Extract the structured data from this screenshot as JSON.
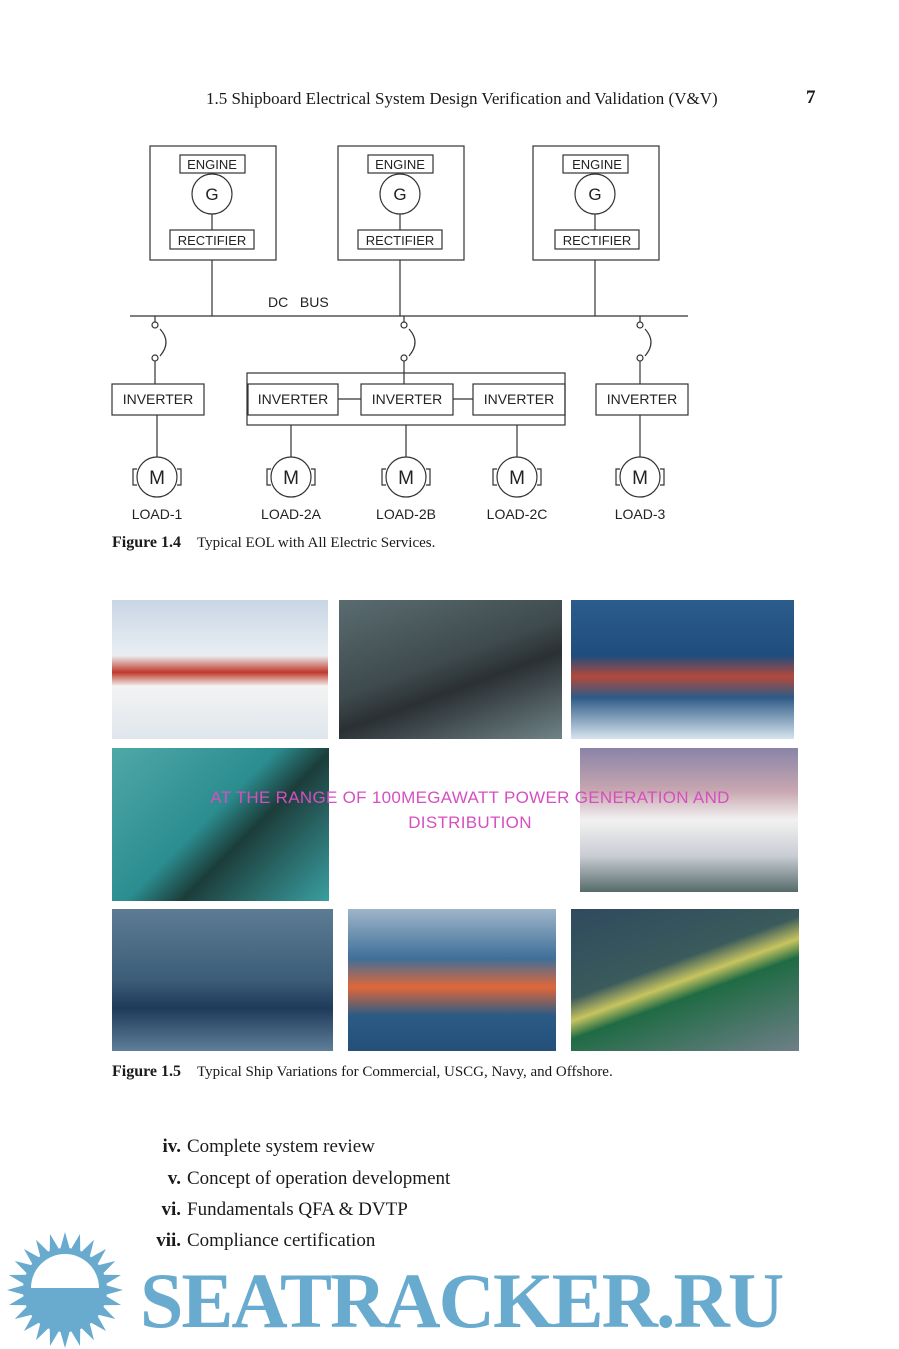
{
  "header": {
    "title": "1.5  Shipboard Electrical System Design Verification and Validation (V&V)",
    "page_number": "7"
  },
  "diagram": {
    "engine": "ENGINE",
    "generator": "G",
    "rectifier": "RECTIFIER",
    "bus": "DC   BUS",
    "inverter": "INVERTER",
    "motor": "M",
    "loads": [
      "LOAD-1",
      "LOAD-2A",
      "LOAD-2B",
      "LOAD-2C",
      "LOAD-3"
    ]
  },
  "figure_1_4": {
    "label": "Figure 1.4",
    "caption": "Typical EOL with All Electric Services."
  },
  "collage": {
    "overlay_line1": "AT THE RANGE OF 100MEGAWATT POWER GENERATION AND",
    "overlay_line2": "DISTRIBUTION"
  },
  "figure_1_5": {
    "label": "Figure 1.5",
    "caption": "Typical Ship Variations for Commercial, USCG, Navy, and Offshore."
  },
  "list": [
    {
      "num": "iv.",
      "text": "Complete system review"
    },
    {
      "num": "v.",
      "text": "Concept of operation development"
    },
    {
      "num": "vi.",
      "text": "Fundamentals QFA & DVTP"
    },
    {
      "num": "vii.",
      "text": "Compliance certification"
    }
  ],
  "watermark": {
    "text": "SEATRACKER.RU",
    "color": "#68abce"
  }
}
